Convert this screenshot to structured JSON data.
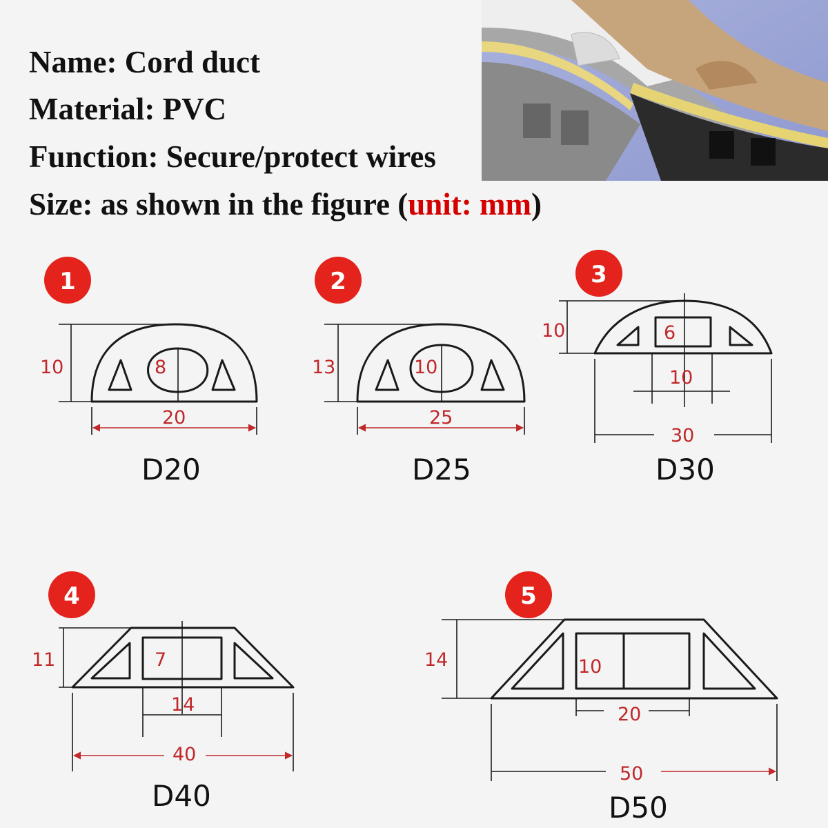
{
  "specs": {
    "name": "Name: Cord duct",
    "material": "Material: PVC",
    "function": "Function: Secure/protect wires",
    "size_prefix": "Size: as shown in the figure (",
    "size_unit": "unit: mm",
    "size_suffix": ")"
  },
  "colors": {
    "accent": "#e3231c",
    "unit_text": "#d40000"
  },
  "photo": {
    "description_icon": "cord-duct-photo"
  },
  "figures": [
    {
      "badge": "1",
      "model": "D20",
      "width": "20",
      "height": "10",
      "inner": "8"
    },
    {
      "badge": "2",
      "model": "D25",
      "width": "25",
      "height": "13",
      "inner": "10"
    },
    {
      "badge": "3",
      "model": "D30",
      "width": "30",
      "height": "10",
      "inner_h": "6",
      "inner_w": "10"
    },
    {
      "badge": "4",
      "model": "D40",
      "width": "40",
      "height": "11",
      "inner_h": "7",
      "inner_w": "14"
    },
    {
      "badge": "5",
      "model": "D50",
      "width": "50",
      "height": "14",
      "inner_h": "10",
      "inner_w": "20"
    }
  ]
}
